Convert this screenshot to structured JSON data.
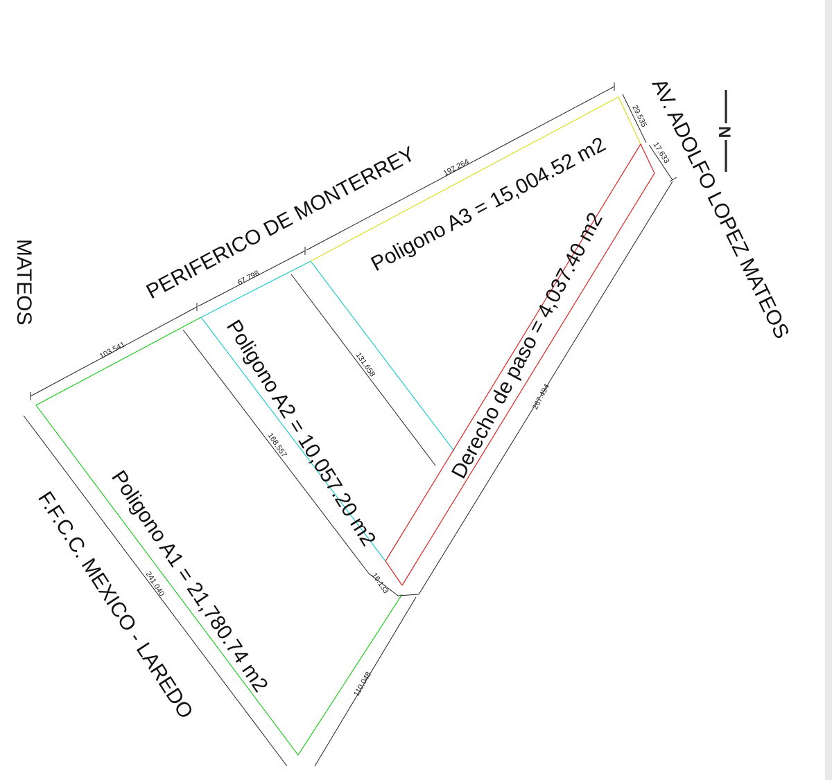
{
  "streets": {
    "periferico": "PERIFERICO DE MONTERREY",
    "adolfo": "AV. ADOLFO LOPEZ MATEOS",
    "ffcc": "F.F.C.C. MEXICO - LAREDO",
    "mateos_partial": "MATEOS"
  },
  "areas": {
    "a1": "Poligono A1 = 21,780.74 m2",
    "a2": "Poligono A2 =  10,057.20 m2",
    "a3": "Poligono A3 = 15,004.52 m2",
    "derecho": "Derecho de paso = 4,037.40 m2"
  },
  "dimensions": {
    "d103": "103.541",
    "d67": "67.798",
    "d192": "192.264",
    "d29": "29.535",
    "d17": "17.633",
    "d131": "131.658",
    "d168": "168.557",
    "d267": "267.494",
    "d16": "16.133",
    "d241": "241.040",
    "d110": "110.048"
  },
  "north": {
    "label": "N"
  },
  "colors": {
    "a1": "#22cc22",
    "a2": "#22cccc",
    "a3": "#dddd22",
    "derecho": "#dd2222",
    "dim": "#222222"
  }
}
